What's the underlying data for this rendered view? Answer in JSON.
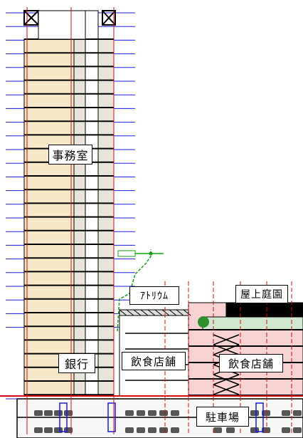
{
  "labels": {
    "office": "事務室",
    "bank": "銀行",
    "restaurant_left": "飲食店舗",
    "restaurant_right": "飲食店舗",
    "atrium": "ｱﾄﾘｳﾑ",
    "rooftop_garden": "屋上庭園",
    "parking": "駐車場"
  },
  "colors": {
    "floor_fill": "#f4e8c8",
    "core_fill": "#e8e4dc",
    "level_line": "#1a1adc",
    "grid_red": "#d01010",
    "podium_fill": "#f6d2d2",
    "green_line": "#10a010",
    "structure": "#000000"
  }
}
